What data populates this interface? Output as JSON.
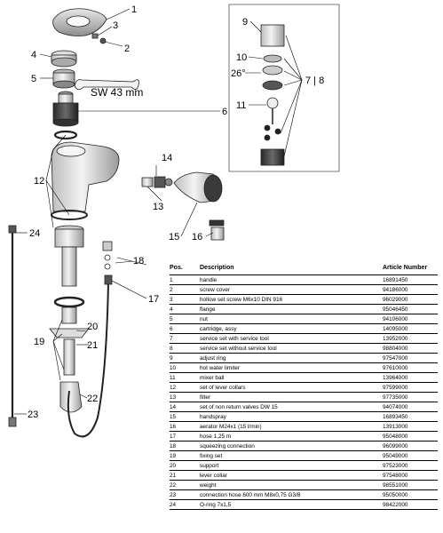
{
  "callouts": {
    "c1": "1",
    "c2": "2",
    "c3": "3",
    "c4": "4",
    "c5": "5",
    "c6": "6",
    "c7_8": "7 | 8",
    "c9": "9",
    "c10": "10",
    "c11": "11",
    "c12": "12",
    "c13": "13",
    "c14": "14",
    "c15": "15",
    "c16": "16",
    "c17": "17",
    "c18": "18",
    "c19": "19",
    "c20": "20",
    "c21": "21",
    "c22": "22",
    "c23": "23",
    "c24": "24",
    "angle": "26°",
    "wrench": "SW 43 mm"
  },
  "table": {
    "headers": {
      "pos": "Pos.",
      "description": "Description",
      "article": "Article Number"
    },
    "rows": [
      {
        "pos": "1",
        "description": "handle",
        "article": "16891450"
      },
      {
        "pos": "2",
        "description": "screw cover",
        "article": "94186000"
      },
      {
        "pos": "3",
        "description": "hollow set screw M6x10 DIN 916",
        "article": "96029000"
      },
      {
        "pos": "4",
        "description": "flange",
        "article": "95046450"
      },
      {
        "pos": "5",
        "description": "nut",
        "article": "94106000"
      },
      {
        "pos": "6",
        "description": "cartridge, assy",
        "article": "14095000"
      },
      {
        "pos": "7",
        "description": "service set with service tool",
        "article": "13952000"
      },
      {
        "pos": "8",
        "description": "service set without service tool",
        "article": "98804000"
      },
      {
        "pos": "9",
        "description": "adjust ring",
        "article": "97547000"
      },
      {
        "pos": "10",
        "description": "hot water limiter",
        "article": "97610000"
      },
      {
        "pos": "11",
        "description": "mixer ball",
        "article": "13964000"
      },
      {
        "pos": "12",
        "description": "set of lever collars",
        "article": "97599000"
      },
      {
        "pos": "13",
        "description": "filter",
        "article": "97735000"
      },
      {
        "pos": "14",
        "description": "set of non return valves DW 15",
        "article": "94074000"
      },
      {
        "pos": "15",
        "description": "handspray",
        "article": "16893450"
      },
      {
        "pos": "16",
        "description": "aerator M24x1 (15 l/min)",
        "article": "13913000"
      },
      {
        "pos": "17",
        "description": "hose 1,25 m",
        "article": "95048000"
      },
      {
        "pos": "18",
        "description": "squeezing connection",
        "article": "96099000"
      },
      {
        "pos": "19",
        "description": "fixing set",
        "article": "95049000"
      },
      {
        "pos": "20",
        "description": "support",
        "article": "97523000"
      },
      {
        "pos": "21",
        "description": "lever collar",
        "article": "97548000"
      },
      {
        "pos": "22",
        "description": "weight",
        "article": "98551000"
      },
      {
        "pos": "23",
        "description": "connection hose 600 mm  M8x0,75  G3/8",
        "article": "95050000"
      },
      {
        "pos": "24",
        "description": "O-ring 7x1,5",
        "article": "98422000"
      }
    ]
  }
}
